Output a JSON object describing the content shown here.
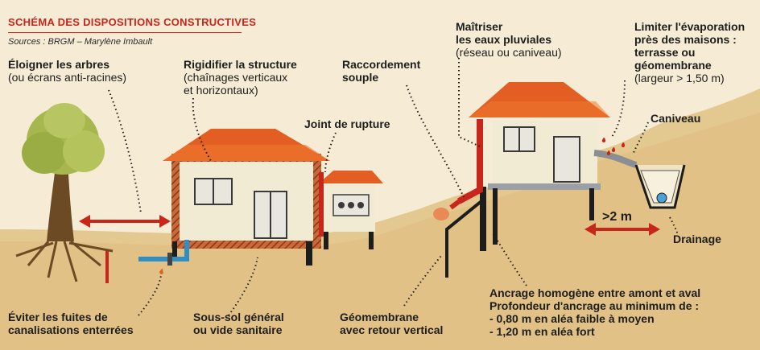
{
  "title": "SCHÉMA DES DISPOSITIONS CONSTRUCTIVES",
  "sources": "Sources : BRGM – Marylène Imbault",
  "labels": {
    "arbres": {
      "line1": "Éloigner les arbres",
      "line2": "(ou écrans anti-racines)"
    },
    "structure": {
      "line1": "Rigidifier la structure",
      "line2": "(chaînages verticaux",
      "line3": "et horizontaux)"
    },
    "raccordement": {
      "line1": "Raccordement",
      "line2": "souple"
    },
    "joint": {
      "line1": "Joint de rupture"
    },
    "pluviales": {
      "line1": "Maîtriser",
      "line2": "les eaux pluviales",
      "line3": "(réseau ou caniveau)"
    },
    "evaporation": {
      "line1": "Limiter l'évaporation",
      "line2": "près des maisons :",
      "line3": "terrasse ou",
      "line4": "géomembrane",
      "line5": "(largeur > 1,50 m)"
    },
    "caniveau": {
      "line1": "Caniveau"
    },
    "distance": {
      "text": ">2 m"
    },
    "drainage": {
      "line1": "Drainage"
    },
    "fuites": {
      "line1": "Éviter les fuites de",
      "line2": "canalisations enterrées"
    },
    "soussol": {
      "line1": "Sous-sol général",
      "line2": "ou vide sanitaire"
    },
    "geomembrane": {
      "line1": "Géomembrane",
      "line2": "avec retour vertical"
    },
    "ancrage": {
      "line1": "Ancrage homogène entre amont et aval",
      "line2": "Profondeur d'ancrage au minimum de :",
      "line3": "- 0,80 m en aléa faible à moyen",
      "line4": "- 1,20 m en aléa fort"
    }
  },
  "colors": {
    "accent": "#c8251b",
    "roof": "#e85a1f",
    "ground": "#e7cf9c",
    "wall": "#f3ecd2",
    "hatch": "#b9461f",
    "tree": "#a4b64e",
    "pipe": "#2f8fc4"
  },
  "icons": [
    "tree-icon",
    "house-icon",
    "pipe-icon",
    "drain-icon",
    "arrow-icon"
  ]
}
